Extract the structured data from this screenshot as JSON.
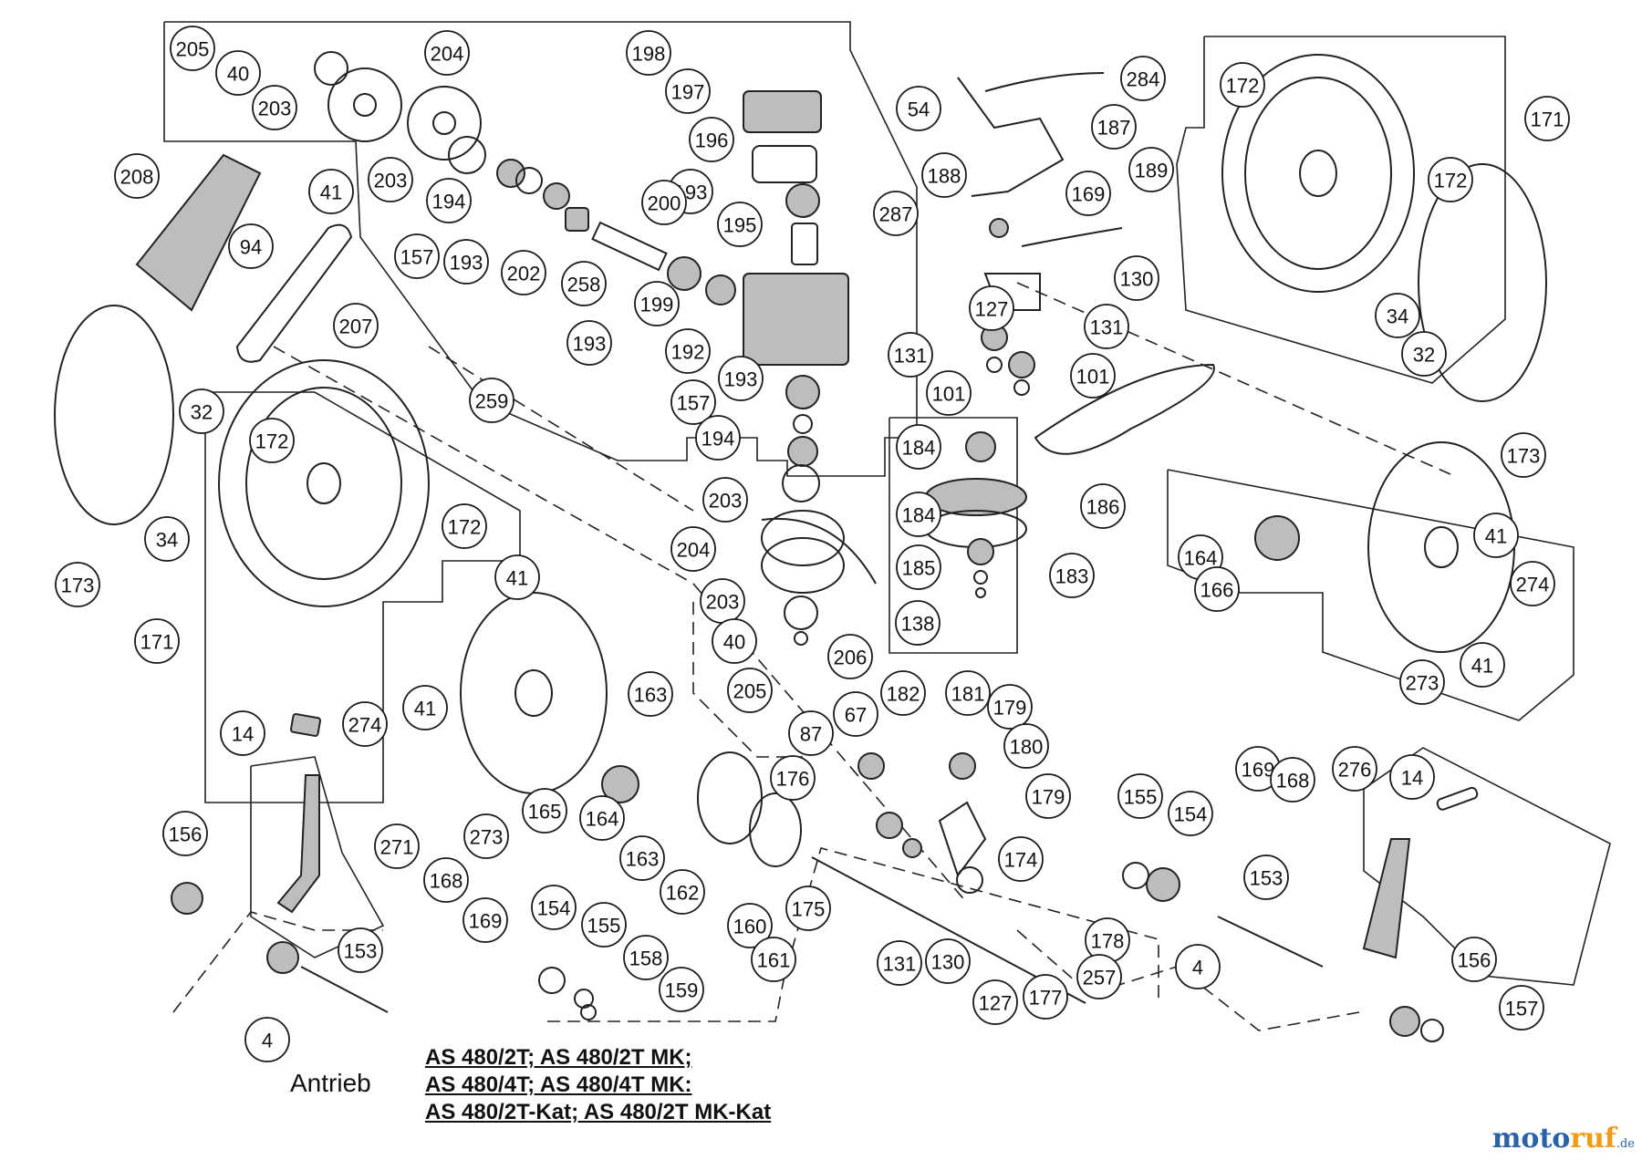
{
  "diagram": {
    "callouts": [
      "205",
      "40",
      "203",
      "204",
      "203",
      "194",
      "157",
      "193",
      "202",
      "258",
      "198",
      "197",
      "196",
      "193",
      "195",
      "200",
      "199",
      "193",
      "192",
      "287",
      "193",
      "157",
      "194",
      "203",
      "204",
      "203",
      "40",
      "205",
      "206",
      "259",
      "54",
      "284",
      "187",
      "188",
      "169",
      "189",
      "130",
      "127",
      "131",
      "131",
      "101",
      "101",
      "184",
      "184",
      "185",
      "138",
      "183",
      "186",
      "172",
      "171",
      "172",
      "34",
      "32",
      "173",
      "208",
      "41",
      "94",
      "207",
      "173",
      "32",
      "34",
      "172",
      "172",
      "171",
      "41",
      "274",
      "41",
      "273",
      "14",
      "271",
      "156",
      "168",
      "169",
      "153",
      "4",
      "163",
      "165",
      "164",
      "163",
      "162",
      "160",
      "161",
      "175",
      "176",
      "87",
      "67",
      "182",
      "181",
      "179",
      "180",
      "179",
      "174",
      "131",
      "130",
      "127",
      "177",
      "178",
      "257",
      "154",
      "155",
      "158",
      "159",
      "164",
      "166",
      "41",
      "274",
      "41",
      "273",
      "155",
      "154",
      "169",
      "168",
      "276",
      "14",
      "153",
      "4",
      "156",
      "157"
    ]
  },
  "caption": {
    "title": "Antrieb",
    "models": [
      "AS 480/2T; AS 480/2T MK;",
      "AS 480/4T; AS 480/4T MK:",
      "AS 480/2T-Kat; AS 480/2T MK-Kat"
    ]
  },
  "brand": {
    "part1": "moto",
    "part2": "ruf",
    "part3": ".de"
  },
  "colors": {
    "line": "#222222",
    "part_fill": "#bdbdbd",
    "brand_blue": "#2a62a8",
    "brand_orange": "#f39a13"
  }
}
